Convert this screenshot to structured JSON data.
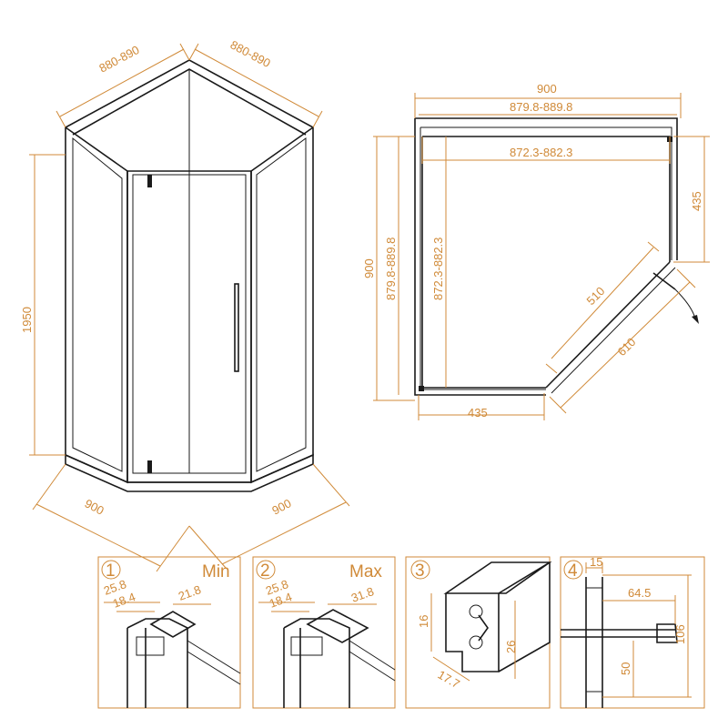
{
  "iso": {
    "top_left": "880-890",
    "top_right": "880-890",
    "height": "1950",
    "bottom_left": "900",
    "bottom_right": "900"
  },
  "plan": {
    "top_outer": "900",
    "top_mid": "879.8-889.8",
    "top_inner": "872.3-882.3",
    "left_outer": "900",
    "left_mid": "879.8-889.8",
    "left_inner": "872.3-882.3",
    "right_side": "435",
    "bottom_side": "435",
    "door_inner": "510",
    "door_outer": "610"
  },
  "details": [
    {
      "num": "1",
      "label": "Min",
      "d1": "25.8",
      "d2": "18.4",
      "d3": "21.8"
    },
    {
      "num": "2",
      "label": "Max",
      "d1": "25.8",
      "d2": "18.4",
      "d3": "31.8"
    },
    {
      "num": "3",
      "label": "",
      "d1": "16",
      "d2": "26",
      "d3": "17.7"
    },
    {
      "num": "4",
      "label": "",
      "d1": "15",
      "d2": "64.5",
      "d3": "106",
      "d4": "50"
    }
  ]
}
